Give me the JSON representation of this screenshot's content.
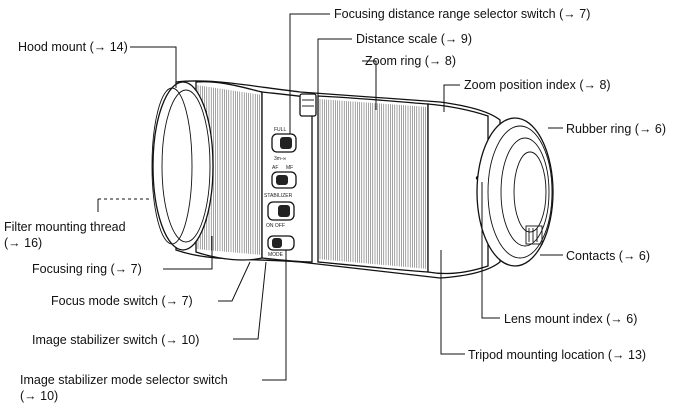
{
  "labels": {
    "focus_range_switch": "Focusing distance range selector switch (→ 7)",
    "hood_mount": "Hood mount (→ 14)",
    "distance_scale": "Distance scale (→ 9)",
    "zoom_ring": "Zoom ring (→ 8)",
    "zoom_position_index": "Zoom position index (→ 8)",
    "rubber_ring": "Rubber ring (→ 6)",
    "filter_thread_line1": "Filter mounting thread",
    "filter_thread_line2": "(→ 16)",
    "contacts": "Contacts (→ 6)",
    "focusing_ring": "Focusing ring (→ 7)",
    "focus_mode_switch": "Focus mode switch (→ 7)",
    "lens_mount_index": "Lens mount index (→ 6)",
    "image_stabilizer_switch": "Image stabilizer switch (→ 10)",
    "tripod_location": "Tripod mounting location (→ 13)",
    "stabilizer_mode_line1": "Image stabilizer mode selector switch",
    "stabilizer_mode_line2": "(→ 10)"
  },
  "switch_marks": {
    "range_top": "FULL",
    "range_bottom": "3m-∞",
    "af": "AF",
    "mf": "MF",
    "stabilizer": "STABILIZER",
    "on_off": "ON  OFF",
    "mode": "MODE"
  }
}
